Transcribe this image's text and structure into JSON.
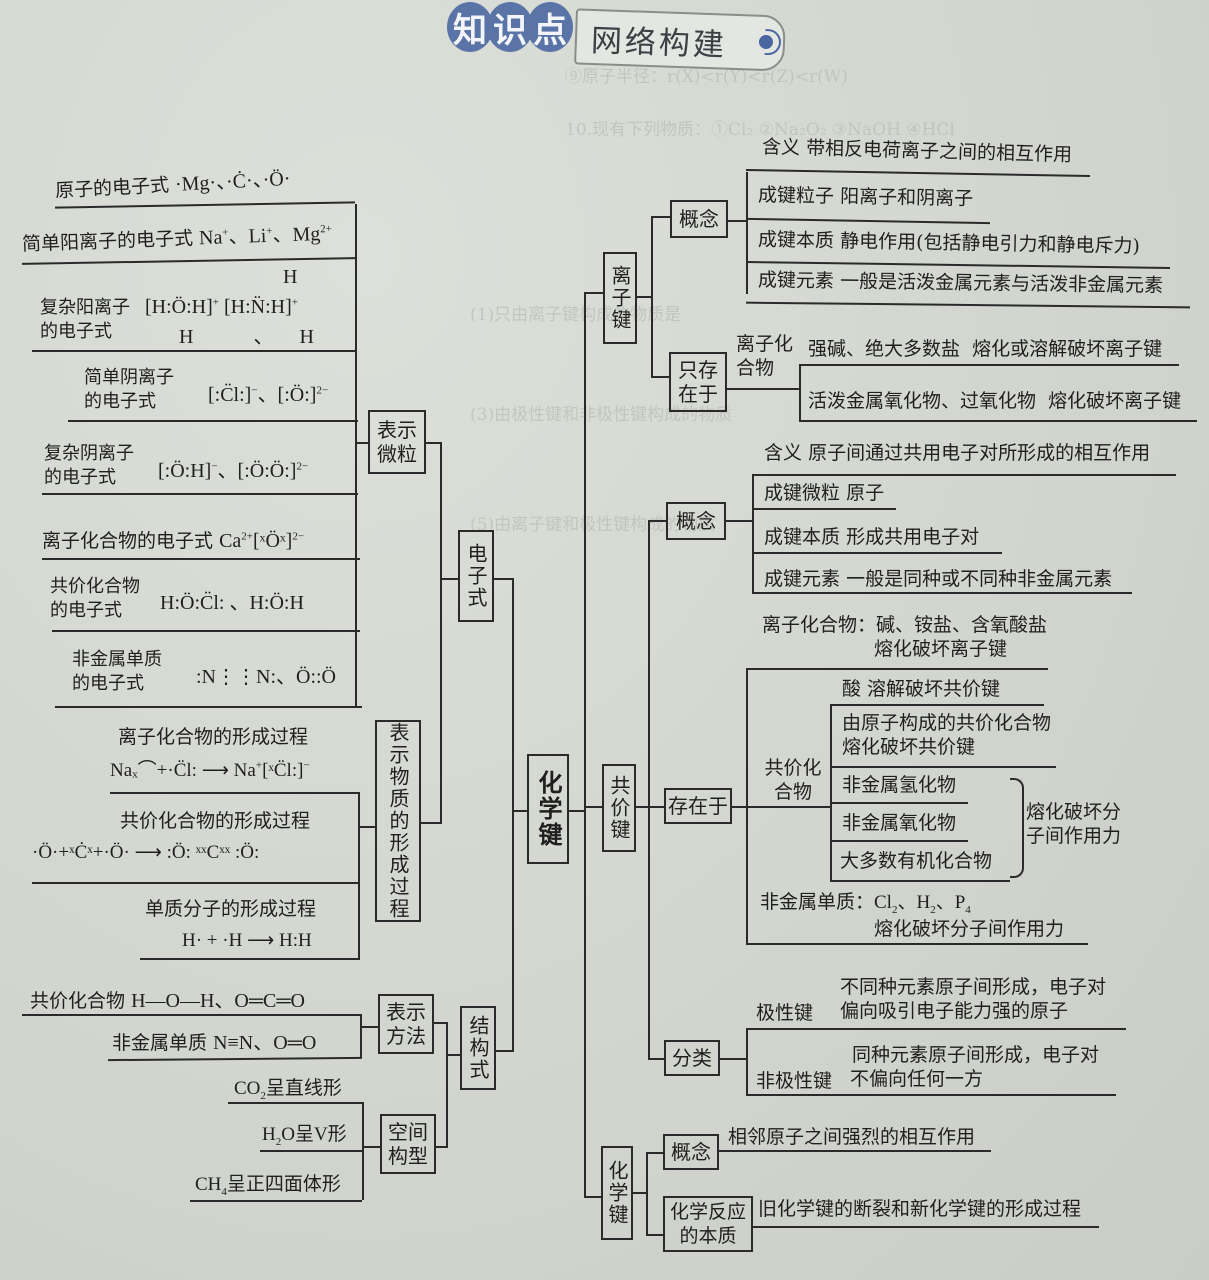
{
  "header": {
    "badge_chars": [
      "知",
      "识",
      "点"
    ],
    "tag": "网络构建",
    "colors": {
      "badge_fill": "#5a74a8",
      "paper": "#d3d7cf",
      "ink": "#1f1f1f"
    }
  },
  "center": {
    "label": "化学键"
  },
  "left": {
    "electron_formula": {
      "label": "电子式",
      "represent_particles": {
        "label": "表示微粒",
        "rows": [
          {
            "name": "原子的电子式",
            "example": "·Mg·、·Ċ·、·Ö·"
          },
          {
            "name": "简单阳离子的电子式",
            "example": "Na⁺、Li⁺、Mg²⁺"
          },
          {
            "name": "复杂阳离子的电子式",
            "example": "[H:Ö:H]⁺ [H:N̈:H]⁺ (with H below O, H above and below N)"
          },
          {
            "name": "简单阴离子的电子式",
            "example": "[:C̈l:]⁻、[:Ö:]²⁻"
          },
          {
            "name": "复杂阴离子的电子式",
            "example": "[:Ö:H]⁻、[:Ö:Ö:]²⁻"
          },
          {
            "name": "离子化合物的电子式",
            "example": "Ca²⁺[ˣÖˣ]²⁻"
          },
          {
            "name": "共价化合物的电子式",
            "example": "H:Ö:C̈l:、H:Ö:H"
          },
          {
            "name": "非金属单质的电子式",
            "example": ":N⋮⋮N:、Ö::Ö"
          }
        ]
      },
      "formation_process": {
        "label": "表示物质的形成过程",
        "rows": [
          {
            "name": "离子化合物的形成过程",
            "example": "Naₓ+·C̈l: ⟶ Na⁺[ˣC̈l:]⁻"
          },
          {
            "name": "共价化合物的形成过程",
            "example": "·Ö·+ˣĊˣ+·Ö· ⟶ :Ö: ˣˣCˣˣ :Ö:"
          },
          {
            "name": "单质分子的形成过程",
            "example": "H·+·H ⟶ H:H"
          }
        ]
      }
    },
    "structural_formula": {
      "label": "结构式",
      "representation": {
        "label": "表示方法",
        "rows": [
          {
            "name": "共价化合物",
            "example": "H—O—H、O═C═O"
          },
          {
            "name": "非金属单质",
            "example": "N≡N、O═O"
          }
        ]
      },
      "spatial": {
        "label": "空间构型",
        "rows": [
          "CO₂呈直线形",
          "H₂O呈V形",
          "CH₄呈正四面体形"
        ]
      }
    }
  },
  "right": {
    "ionic_bond": {
      "label": "离子键",
      "concept": {
        "label": "概念",
        "rows": [
          {
            "k": "含义",
            "v": "带相反电荷离子之间的相互作用"
          },
          {
            "k": "成键粒子",
            "v": "阳离子和阴离子"
          },
          {
            "k": "成键本质",
            "v": "静电作用(包括静电引力和静电斥力)"
          },
          {
            "k": "成键元素",
            "v": "一般是活泼金属元素与活泼非金属元素"
          }
        ]
      },
      "exists_only_in": {
        "label": "只存在于",
        "compound_label": "离子化合物",
        "rows": [
          {
            "k": "强碱、绝大多数盐",
            "v": "熔化或溶解破坏离子键"
          },
          {
            "k": "活泼金属氧化物、过氧化物",
            "v": "熔化破坏离子键"
          }
        ]
      }
    },
    "covalent_bond": {
      "label": "共价键",
      "concept": {
        "label": "概念",
        "rows": [
          {
            "k": "含义",
            "v": "原子间通过共用电子对所形成的相互作用"
          },
          {
            "k": "成键微粒",
            "v": "原子"
          },
          {
            "k": "成键本质",
            "v": "形成共用电子对"
          },
          {
            "k": "成键元素",
            "v": "一般是同种或不同种非金属元素"
          }
        ]
      },
      "exists_in": {
        "label": "存在于",
        "ionic_compound": {
          "line1": "离子化合物：碱、铵盐、含氧酸盐",
          "line2": "熔化破坏离子键"
        },
        "covalent_compound": {
          "label": "共价化合物",
          "acid": "酸  溶解破坏共价键",
          "atomic": {
            "line1": "由原子构成的共价化合物",
            "line2": "熔化破坏共价键"
          },
          "molecular": [
            "非金属氢化物",
            "非金属氧化物",
            "大多数有机化合物"
          ],
          "molecular_note": "熔化破坏分子间作用力"
        },
        "nonmetal": {
          "line1": "非金属单质：Cl₂、H₂、P₄",
          "line2": "熔化破坏分子间作用力"
        }
      },
      "classification": {
        "label": "分类",
        "rows": [
          {
            "k": "极性键",
            "v1": "不同种元素原子间形成，电子对",
            "v2": "偏向吸引电子能力强的原子"
          },
          {
            "k": "非极性键",
            "v1": "同种元素原子间形成，电子对",
            "v2": "不偏向任何一方"
          }
        ]
      }
    },
    "chemical_bond": {
      "label": "化学键",
      "concept": {
        "label": "概念",
        "v": "相邻原子之间强烈的相互作用"
      },
      "essence": {
        "label": "化学反应的本质",
        "v": "旧化学键的断裂和新化学键的形成过程"
      }
    }
  }
}
